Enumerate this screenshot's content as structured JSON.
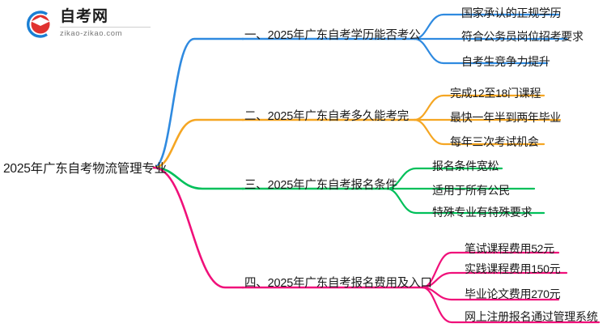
{
  "logo": {
    "title": "自考网",
    "domain": "zikao-zikao.com",
    "mark_icon": "graduation-cap-icon",
    "arc_color": "#1a7fd4",
    "cap_color": "#e0322f"
  },
  "mindmap": {
    "root": {
      "label": "2025年广东自考物流管理专业"
    },
    "branches": [
      {
        "label": "一、2025年广东自考学历能否考公",
        "color": "#2f8ae0",
        "leaves": [
          {
            "label": "国家承认的正规学历"
          },
          {
            "label": "符合公务员岗位招考要求"
          },
          {
            "label": "自考生竞争力提升"
          }
        ]
      },
      {
        "label": "二、2025年广东自考多久能考完",
        "color": "#f5a623",
        "leaves": [
          {
            "label": "完成12至18门课程"
          },
          {
            "label": "最快一年半到两年毕业"
          },
          {
            "label": "每年三次考试机会"
          }
        ]
      },
      {
        "label": "三、2025年广东自考报名条件",
        "color": "#00c05a",
        "leaves": [
          {
            "label": "报名条件宽松"
          },
          {
            "label": "适用于所有公民"
          },
          {
            "label": "特殊专业有特殊要求"
          }
        ]
      },
      {
        "label": "四、2025年广东自考报名费用及入口",
        "color": "#f0107a",
        "leaves": [
          {
            "label": "笔试课程费用52元"
          },
          {
            "label": "实践课程费用150元"
          },
          {
            "label": "毕业论文费用270元"
          },
          {
            "label": "网上注册报名通过管理系统"
          }
        ]
      }
    ]
  }
}
